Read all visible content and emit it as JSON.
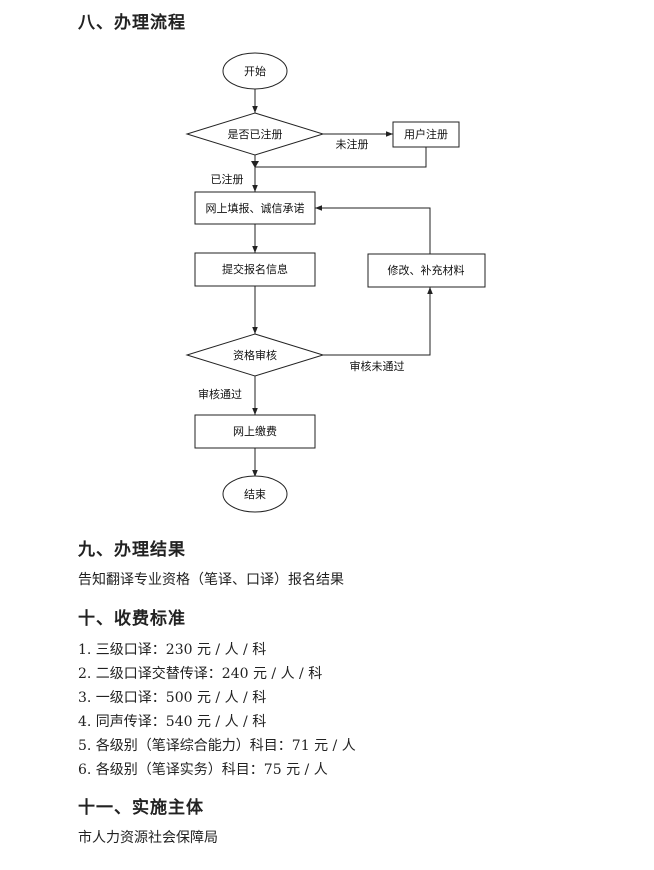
{
  "sections": {
    "process_title": "八、办理流程",
    "result_title": "九、办理结果",
    "result_text": "告知翻译专业资格（笔译、口译）报名结果",
    "fee_title": "十、收费标准",
    "fees": [
      "1. 三级口译：230 元 / 人 / 科",
      "2. 二级口译交替传译：240 元 / 人 / 科",
      "3. 一级口译：500 元 / 人 / 科",
      "4. 同声传译：540 元 / 人 / 科",
      "5. 各级别（笔译综合能力）科目：71 元 / 人",
      "6. 各级别（笔译实务）科目：75 元 / 人"
    ],
    "agency_title": "十一、实施主体",
    "agency_text": "市人力资源社会保障局"
  },
  "flowchart": {
    "start": "开始",
    "check_registered": "是否已注册",
    "not_registered": "未注册",
    "user_register": "用户注册",
    "registered": "已注册",
    "fill_online": "网上填报、诚信承诺",
    "submit_info": "提交报名信息",
    "modify": "修改、补充材料",
    "review": "资格审核",
    "review_failed": "审核未通过",
    "review_passed": "审核通过",
    "pay_online": "网上缴费",
    "end": "结束"
  }
}
